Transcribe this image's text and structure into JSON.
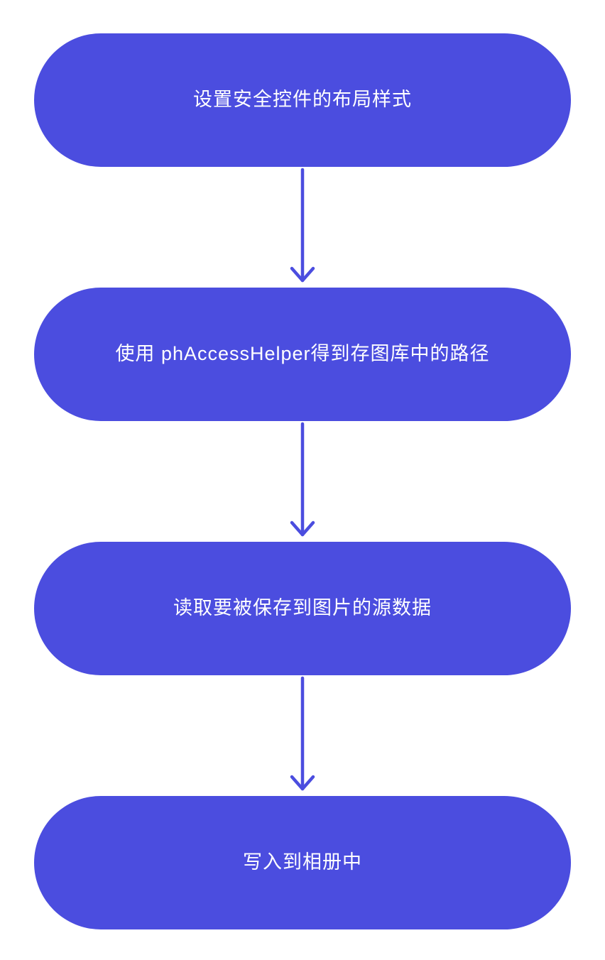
{
  "page": {
    "background_color": "#ffffff"
  },
  "flowchart": {
    "type": "flowchart",
    "direction": "top-down",
    "node_shape": "stadium",
    "node_color": "#4b4ddf",
    "node_text_color": "#ffffff",
    "arrow_color": "#4b4ddf",
    "nodes": [
      {
        "label": "设置安全控件的布局样式"
      },
      {
        "label": "使用 phAccessHelper得到存图库中的路径"
      },
      {
        "label": "读取要被保存到图片的源数据"
      },
      {
        "label": "写入到相册中"
      }
    ],
    "edges": [
      {
        "from": 0,
        "to": 1
      },
      {
        "from": 1,
        "to": 2
      },
      {
        "from": 2,
        "to": 3
      }
    ]
  }
}
